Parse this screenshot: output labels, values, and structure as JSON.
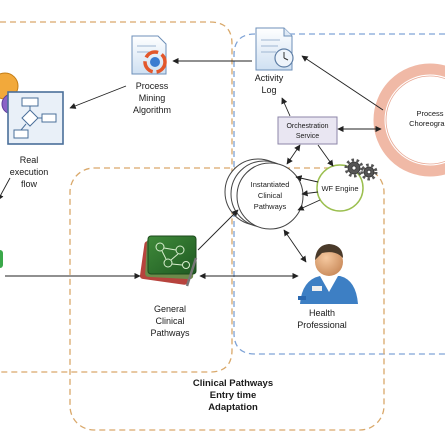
{
  "nodes": {
    "activity_log": [
      "Activity",
      "Log"
    ],
    "process_mining": [
      "Process",
      "Mining",
      "Algorithm"
    ],
    "real_execution": [
      "Real",
      "execution",
      "flow"
    ],
    "orchestration": [
      "Orchestration",
      "Service"
    ],
    "process_choreography": [
      "Process",
      "Choreogra..."
    ],
    "wf_engine": "WF Engine",
    "instantiated": [
      "Instantiated",
      "Clinical",
      "Pathways"
    ],
    "general": [
      "General",
      "Clinical",
      "Pathways"
    ],
    "health": [
      "Health",
      "Professional"
    ]
  },
  "caption": [
    "Clinical Pathways",
    "Entry time",
    "Adaptation"
  ],
  "colors": {
    "clinical_region_border": "#d9a86a",
    "blue_region_border": "#7fa3d6",
    "choreography_ring": "#f0b9a6",
    "orchestration_fill": "#e9e6f2",
    "wf_engine_border": "#9bbf4f",
    "arrow": "#222222"
  }
}
